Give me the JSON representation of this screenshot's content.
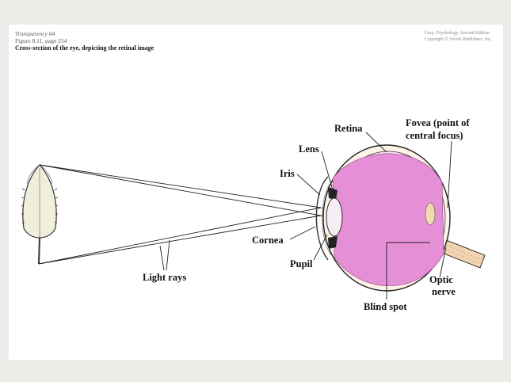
{
  "header": {
    "transparency": "Transparency 64",
    "figure_ref": "Figure 8.11, page 254",
    "caption": "Cross-section of the eye, depicting the retinal image",
    "book": "Gray, Psychology, Second Edition",
    "copyright": "Copyright © Worth Publishers, Inc."
  },
  "labels": {
    "retina": "Retina",
    "lens": "Lens",
    "iris": "Iris",
    "cornea": "Cornea",
    "pupil": "Pupil",
    "light_rays": "Light rays",
    "fovea_line1": "Fovea (point of",
    "fovea_line2": "central focus)",
    "optic_line1": "Optic",
    "optic_line2": "nerve",
    "blind_spot": "Blind spot"
  },
  "colors": {
    "vitreous": "#e58fd6",
    "leaf": "#f1efdc",
    "nerve": "#f3d4b0",
    "line": "#222222"
  }
}
